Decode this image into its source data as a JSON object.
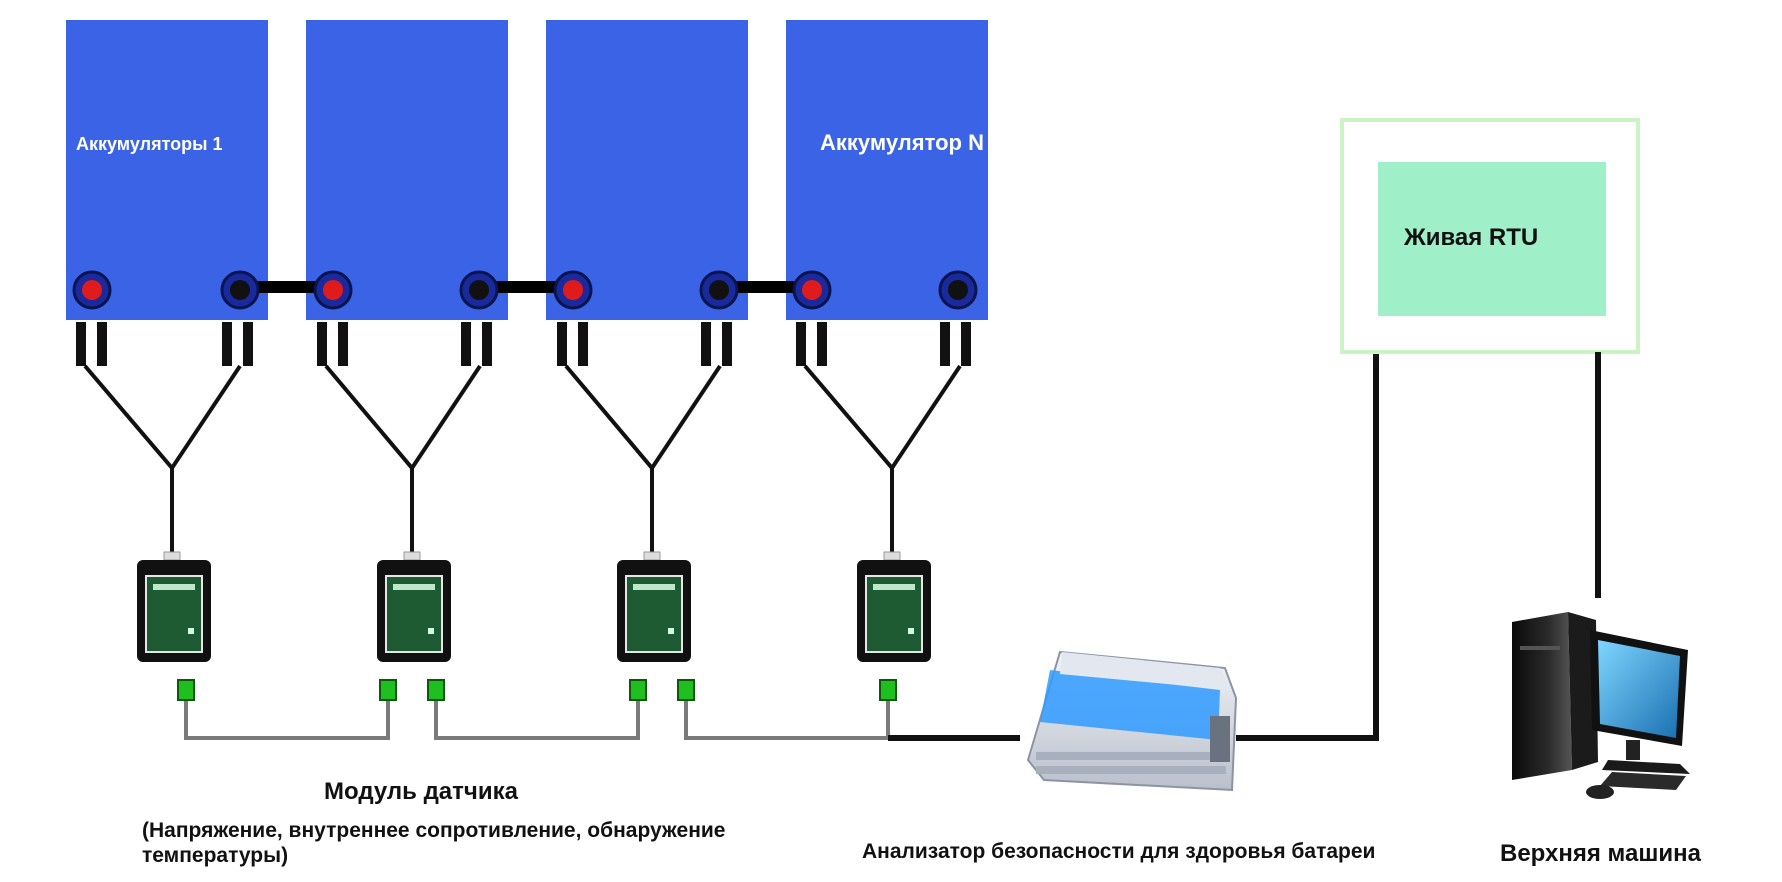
{
  "labels": {
    "battery_first": "Аккумуляторы 1",
    "battery_last": "Аккумулятор N",
    "rtu": "Живая RTU",
    "sensor_module": "Модуль датчика",
    "sensor_module_detail": "(Напряжение, внутреннее сопротивление, обнаружение температуры)",
    "analyzer": "Анализатор безопасности для здоровья батареи",
    "host": "Верхняя машина"
  },
  "colors": {
    "battery_fill": "#3b63e6",
    "terminal_positive": "#e01b1b",
    "terminal_negative": "#111111",
    "sensor_board": "#1e5a32",
    "sensor_connector": "#1fbf1f",
    "rtu_border": "#ccf2c6",
    "rtu_screen": "#9ff0c8",
    "cable": "#111111"
  },
  "icons": {
    "battery": "battery-icon",
    "sensor": "sensor-module-icon",
    "analyzer": "analyzer-device-icon",
    "computer": "desktop-computer-icon"
  }
}
